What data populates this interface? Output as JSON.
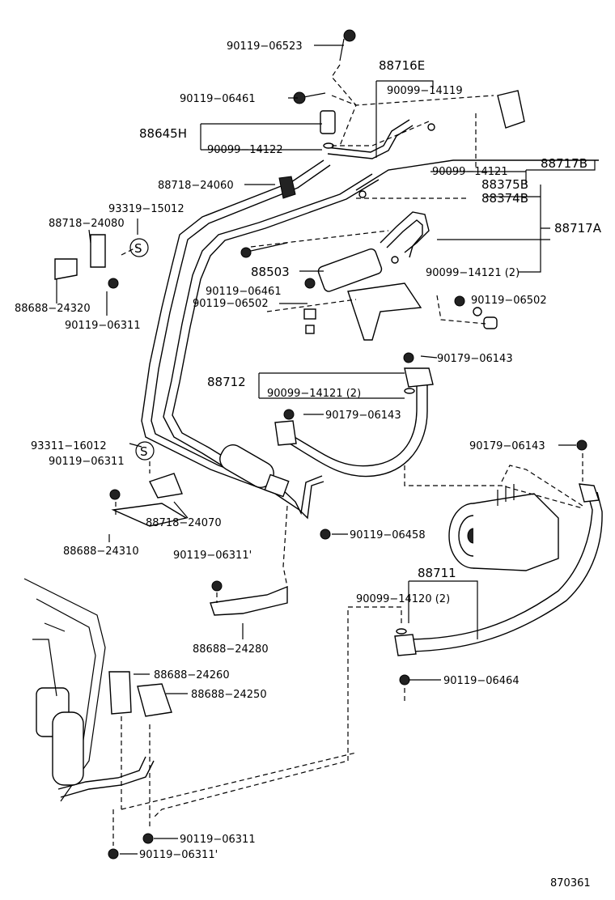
{
  "diagram_id": "870361",
  "labels": {
    "p90119_06523": "90119−06523",
    "p88716E": "88716E",
    "p90099_14119": "90099−14119",
    "p90119_06461a": "90119−06461",
    "p88645H": "88645H",
    "p90099_14122": "90099−14122",
    "p90099_14121a": "90099−14121",
    "p88717B": "88717B",
    "p88718_24060": "88718−24060",
    "p88375B": "88375B",
    "p88374B": "88374B",
    "p93319_15012": "93319−15012",
    "p88718_24080": "88718−24080",
    "p88717A": "88717A",
    "p88503": "88503",
    "p90099_14121_2a": "90099−14121 (2)",
    "p90119_06461b": "90119−06461",
    "p90119_06502a": "90119−06502",
    "p90119_06502b": "90119−06502",
    "p88688_24320": "88688−24320",
    "p90119_06311a": "90119−06311",
    "p90179_06143a": "90179−06143",
    "p88712": "88712",
    "p90099_14121_2b": "90099−14121 (2)",
    "p90179_06143b": "90179−06143",
    "p93311_16012": "93311−16012",
    "p90179_06143c": "90179−06143",
    "p90119_06311b": "90119−06311",
    "p88718_24070": "88718−24070",
    "p90119_06458": "90119−06458",
    "p88688_24310": "88688−24310",
    "p90119_06311c": "90119−06311'",
    "p88711": "88711",
    "p90099_14120_2": "90099−14120 (2)",
    "p88688_24280": "88688−24280",
    "p90119_06464": "90119−06464",
    "p88688_24260": "88688−24260",
    "p88688_24250": "88688−24250",
    "p90119_06311d": "90119−06311",
    "p90119_06311e": "90119−06311'",
    "s1": "S",
    "s2": "S"
  }
}
